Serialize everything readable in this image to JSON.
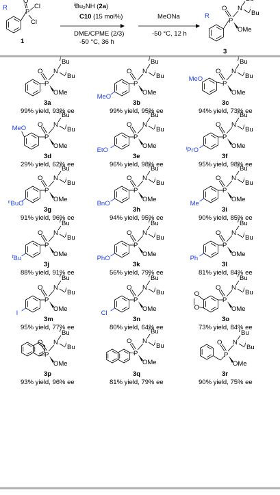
{
  "header": {
    "sm_number": "1",
    "sm_R": "R",
    "sm_Cl1": "Cl",
    "sm_Cl2": "Cl",
    "sm_P": "P",
    "sm_O": "O",
    "reagent_base": "Bu",
    "reagent_base_prefix": "i",
    "reagent_base_formula": "₂NH (",
    "reagent_base_code": "2a",
    "reagent_base_close": ")",
    "catalyst_code": "C10",
    "catalyst_loading": " (15 mol%)",
    "solvent": "DME/CPME (2/3)",
    "cond1": "-50 °C, 36 h",
    "step2_reagent": "MeONa",
    "step2_cond": "-50 °C, 12 h",
    "product_number": "3",
    "product_R": "R"
  },
  "entries": [
    {
      "id": "3a",
      "substituent": "",
      "yield": "99% yield, 93% ee"
    },
    {
      "id": "3b",
      "substituent": "MeO",
      "yield": "99% yield, 95% ee"
    },
    {
      "id": "3c",
      "substituent": "MeO",
      "yield": "94% yield, 73% ee"
    },
    {
      "id": "3d",
      "substituent": "MeO",
      "yield": "29% yield, 62% ee"
    },
    {
      "id": "3e",
      "substituent": "EtO",
      "yield": "96% yield, 98% ee"
    },
    {
      "id": "3f",
      "substituent": "PrO",
      "yield": "95% yield, 98% ee"
    },
    {
      "id": "3g",
      "substituent": "BuO",
      "yield": "91% yield, 96% ee"
    },
    {
      "id": "3h",
      "substituent": "BnO",
      "yield": "94% yield, 95% ee"
    },
    {
      "id": "3i",
      "substituent": "Me",
      "yield": "90% yield, 85% ee"
    },
    {
      "id": "3j",
      "substituent": "Bu",
      "yield": "88% yield, 91% ee"
    },
    {
      "id": "3k",
      "substituent": "PhO",
      "yield": "56% yield, 79% ee"
    },
    {
      "id": "3l",
      "substituent": "Ph",
      "yield": "81% yield,  84% ee"
    },
    {
      "id": "3m",
      "substituent": "I",
      "yield": "95% yield, 77% ee"
    },
    {
      "id": "3n",
      "substituent": "Cl",
      "yield": "80% yield, 64% ee"
    },
    {
      "id": "3o",
      "substituent": "",
      "yield": "73% yield, 84% ee"
    },
    {
      "id": "3p",
      "substituent": "",
      "yield": "93% yield, 96% ee"
    },
    {
      "id": "3q",
      "substituent": "",
      "yield": "81% yield, 79% ee"
    },
    {
      "id": "3r",
      "substituent": "",
      "yield": "90% yield, 75% ee"
    }
  ],
  "labels": {
    "P": "P",
    "O": "O",
    "N": "N",
    "Bu": "Bu",
    "OMe": "OMe",
    "i": "i",
    "n": "n",
    "t": "t"
  }
}
